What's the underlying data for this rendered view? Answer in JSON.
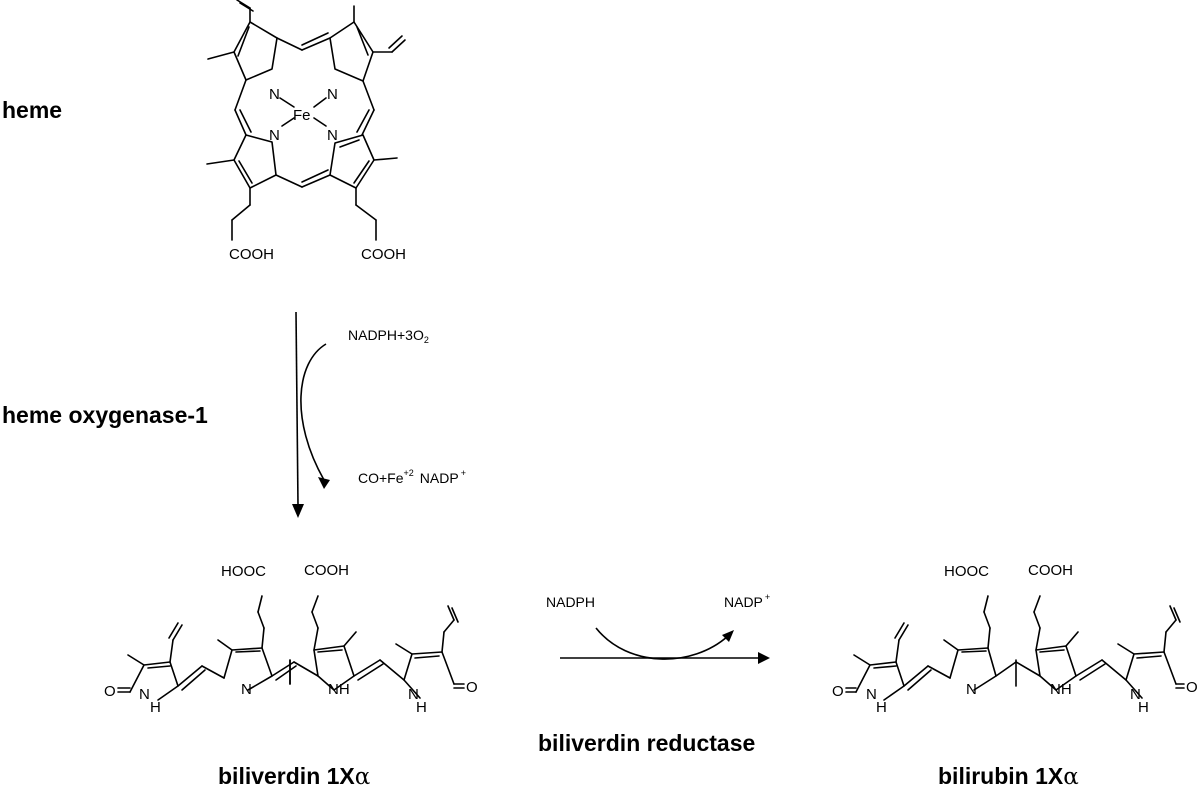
{
  "labels": {
    "heme": "heme",
    "heme_oxygenase": "heme oxygenase-1",
    "biliverdin_reductase": "biliverdin reductase",
    "biliverdin_name": "biliverdin 1X",
    "bilirubin_name": "bilirubin 1X",
    "alpha": "α"
  },
  "reagents": {
    "ho_in": "NADPH+3O",
    "ho_in_sub": "2",
    "ho_out_co_fe": "CO+Fe",
    "ho_out_fe_charge": "+2",
    "ho_out_nadp": "NADP",
    "ho_out_nadp_charge": "+",
    "br_in": "NADPH",
    "br_out": "NADP",
    "br_out_charge": "+"
  },
  "atoms": {
    "fe": "Fe",
    "n": "N",
    "nh": "NH",
    "h": "H",
    "o": "O",
    "cooh": "COOH",
    "hooc": "HOOC"
  },
  "colors": {
    "background": "#ffffff",
    "ink": "#000000"
  }
}
